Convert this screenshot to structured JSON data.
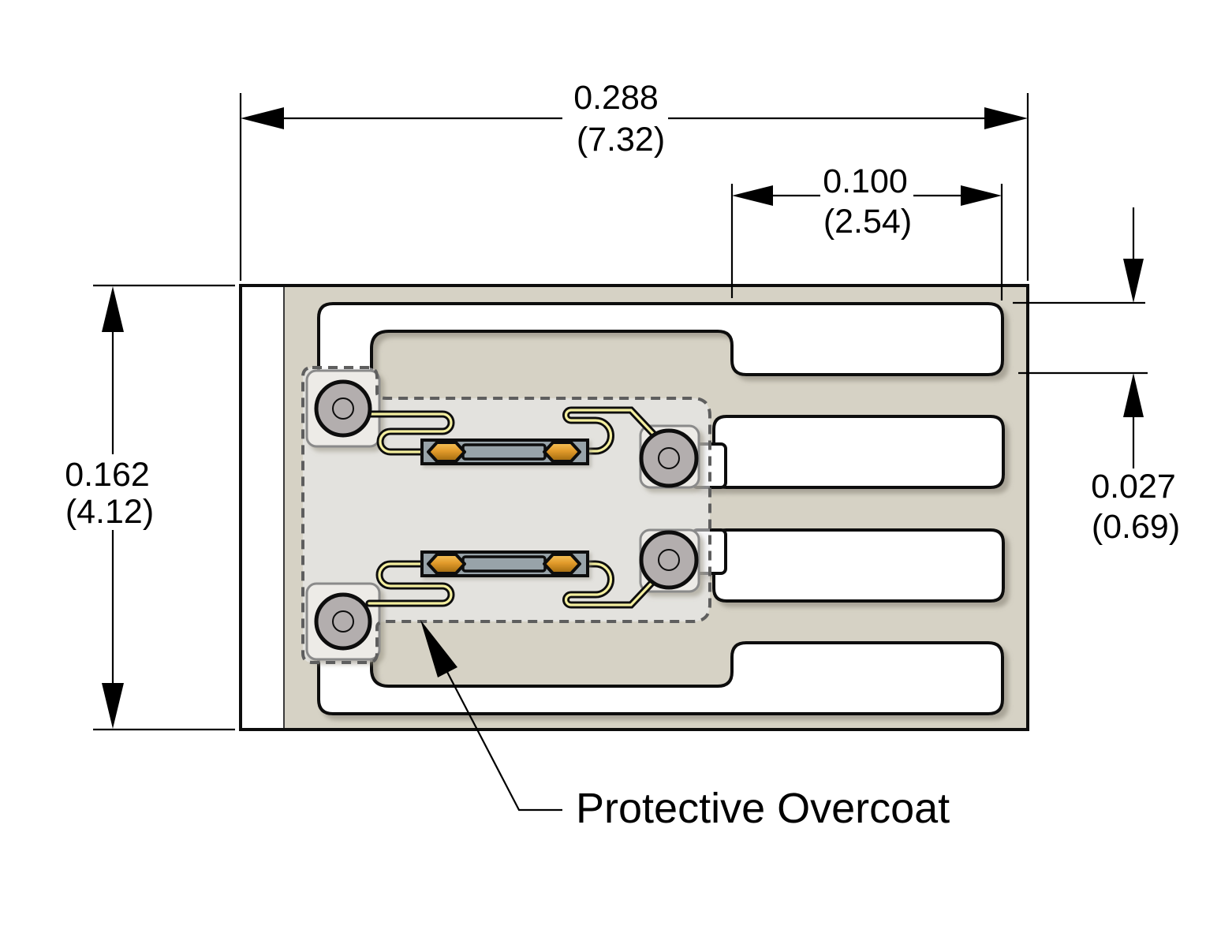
{
  "drawing": {
    "dimensions": {
      "overall_width": {
        "inches": "0.288",
        "mm": "(7.32)"
      },
      "tab_width": {
        "inches": "0.100",
        "mm": "(2.54)"
      },
      "overall_height": {
        "inches": "0.162",
        "mm": "(4.12)"
      },
      "tab_height": {
        "inches": "0.027",
        "mm": "(0.69)"
      }
    },
    "labels": {
      "overcoat": "Protective Overcoat"
    }
  },
  "colors": {
    "ink": "#0d0d0d",
    "body-beige": "#d6d2c5",
    "overcoat": "#efeef2",
    "pad-land": "#edebe7",
    "pad-gray": "#b3aeae",
    "wire-yellow": "#f4ef9f",
    "comp-gray": "#98a3a9",
    "terminal-orange": "#e29b2b"
  }
}
